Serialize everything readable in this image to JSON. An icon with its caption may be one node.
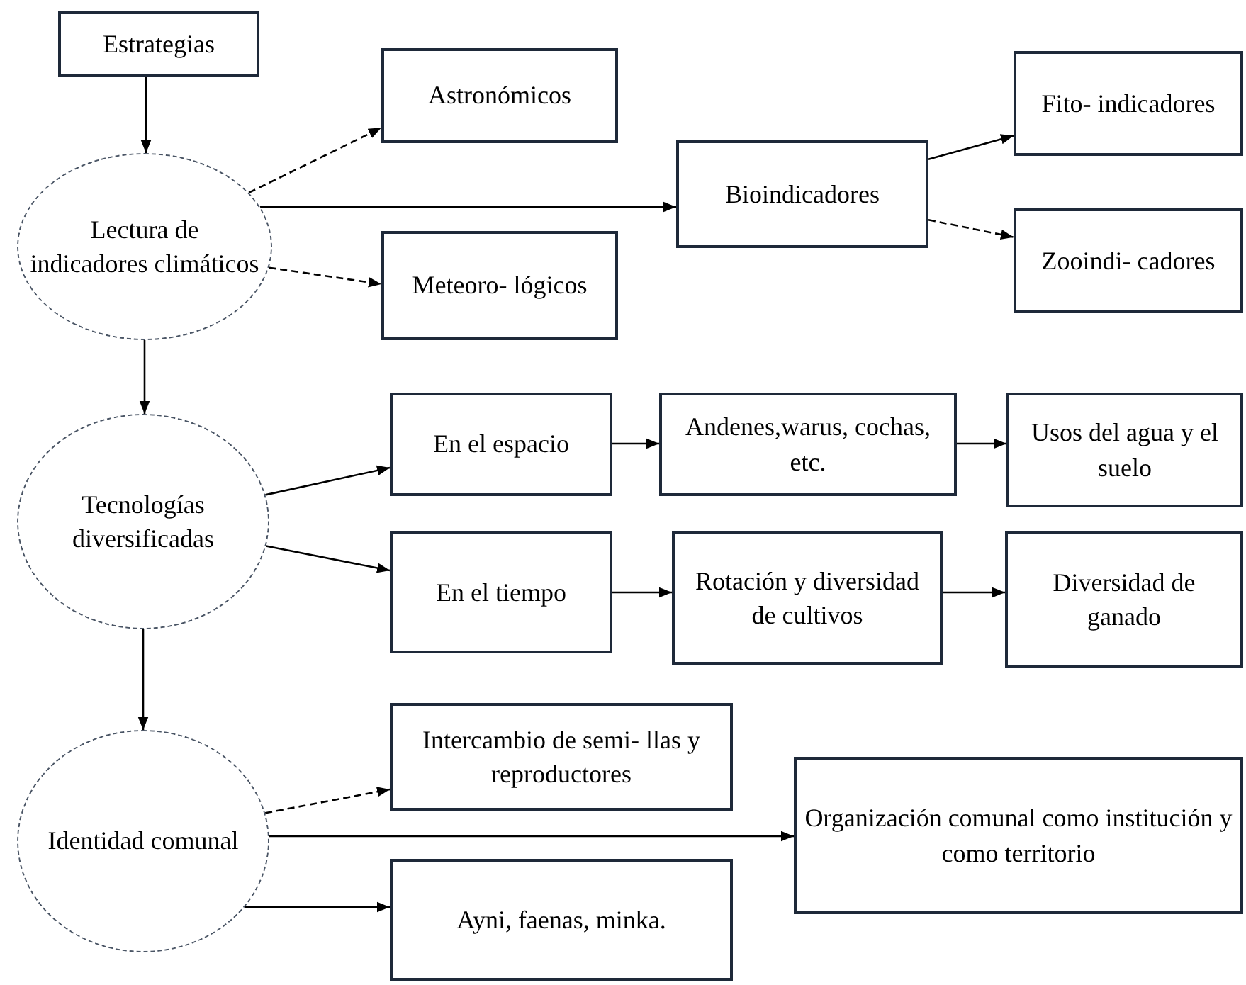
{
  "diagram": {
    "nodes": [
      {
        "text": [
          "Estrategias"
        ]
      },
      {
        "text": [
          "Lectura de indicadores climáticos"
        ]
      },
      {
        "text": [
          "Astronómicos"
        ]
      },
      {
        "text": [
          "Meteoro- lógicos"
        ]
      },
      {
        "text": [
          "Bioindicadores"
        ]
      },
      {
        "text": [
          "Fito- indicadores"
        ]
      },
      {
        "text": [
          "Zooindi- cadores"
        ]
      },
      {
        "text": [
          "Tecnologías diversificadas"
        ]
      },
      {
        "text": [
          "En el espacio"
        ]
      },
      {
        "text": [
          "Andenes,warus, cochas, etc."
        ]
      },
      {
        "text": [
          "Usos del agua y el suelo"
        ]
      },
      {
        "text": [
          "En el tiempo"
        ]
      },
      {
        "text": [
          "Rotación y diversidad de cultivos"
        ]
      },
      {
        "text": [
          "Diversidad de ganado"
        ]
      },
      {
        "text": [
          "Intercambio de semi- llas y reproductores"
        ]
      },
      {
        "text": [
          "Identidad comunal"
        ]
      },
      {
        "text": [
          "Organización comunal como institución y como territorio"
        ]
      },
      {
        "text": [
          "Ayni, faenas, minka."
        ]
      }
    ],
    "edges": [
      {
        "from": 0,
        "to": 1,
        "arrow": "to"
      },
      {
        "from": 1,
        "to": 2,
        "arrow": "to",
        "style": "dashed"
      },
      {
        "from": 1,
        "to": 4,
        "arrow": "to"
      },
      {
        "from": 1,
        "to": 3,
        "arrow": "to",
        "style": "dashed"
      },
      {
        "from": 4,
        "to": 5,
        "arrow": "to"
      },
      {
        "from": 4,
        "to": 6,
        "arrow": "to",
        "style": "dashed"
      },
      {
        "from": 1,
        "to": 7,
        "arrow": "to"
      },
      {
        "from": 7,
        "to": 8,
        "arrow": "to"
      },
      {
        "from": 7,
        "to": 11,
        "arrow": "to"
      },
      {
        "from": 8,
        "to": 9,
        "arrow": "to"
      },
      {
        "from": 9,
        "to": 10,
        "arrow": "to"
      },
      {
        "from": 11,
        "to": 12,
        "arrow": "to"
      },
      {
        "from": 12,
        "to": 13,
        "arrow": "to"
      },
      {
        "from": 7,
        "to": 15,
        "arrow": "to"
      },
      {
        "from": 15,
        "to": 14,
        "arrow": "to",
        "style": "dashed"
      },
      {
        "from": 15,
        "to": 16,
        "arrow": "to"
      },
      {
        "from": 15,
        "to": 17,
        "arrow": "to"
      }
    ]
  }
}
